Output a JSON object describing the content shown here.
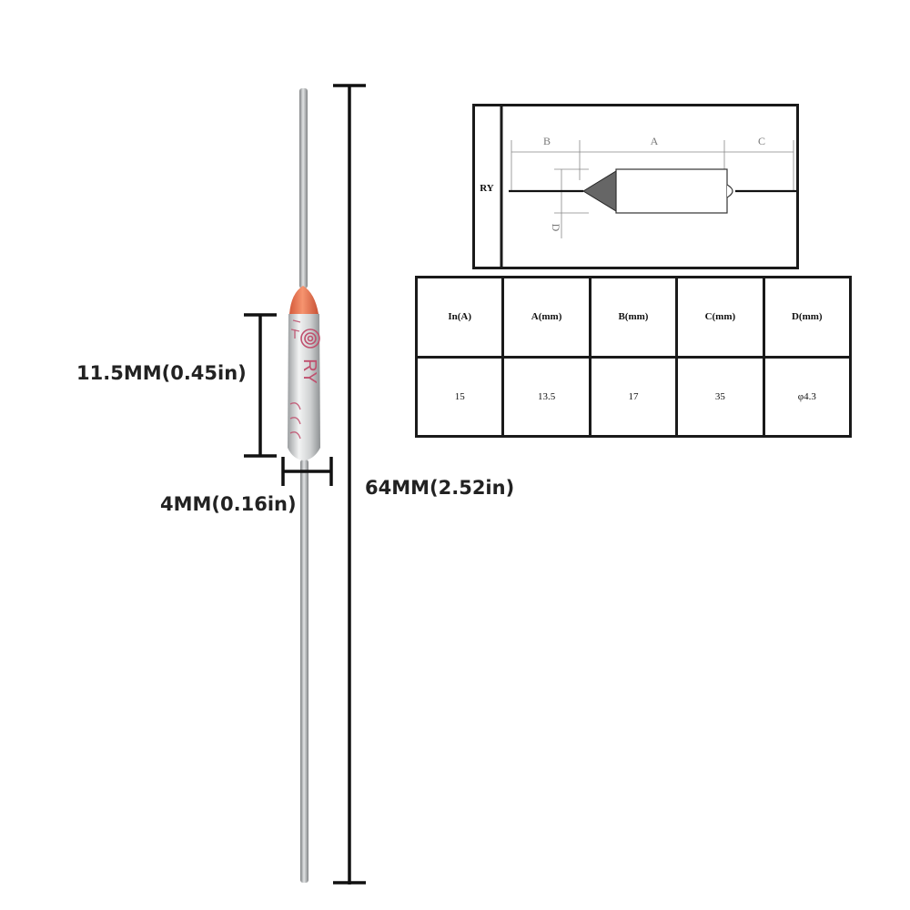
{
  "dimensions": {
    "body_length": "11.5MM(0.45in)",
    "body_diameter": "4MM(0.16in)",
    "total_length": "64MM(2.52in)"
  },
  "component": {
    "brand_marking": "RY"
  },
  "drawing": {
    "row_label": "RY",
    "dim_b": "B",
    "dim_a": "A",
    "dim_c": "C",
    "dim_d": "D"
  },
  "spec_table": {
    "headers": [
      "In(A)",
      "A(mm)",
      "B(mm)",
      "C(mm)",
      "D(mm)"
    ],
    "values": [
      "15",
      "13.5",
      "17",
      "35",
      "φ4.3"
    ]
  },
  "colors": {
    "lead": "#a3a6a8",
    "body": "#d8dadb",
    "tip": "#e8704a",
    "marking": "#c0506e",
    "ink": "#1a1a1a"
  }
}
